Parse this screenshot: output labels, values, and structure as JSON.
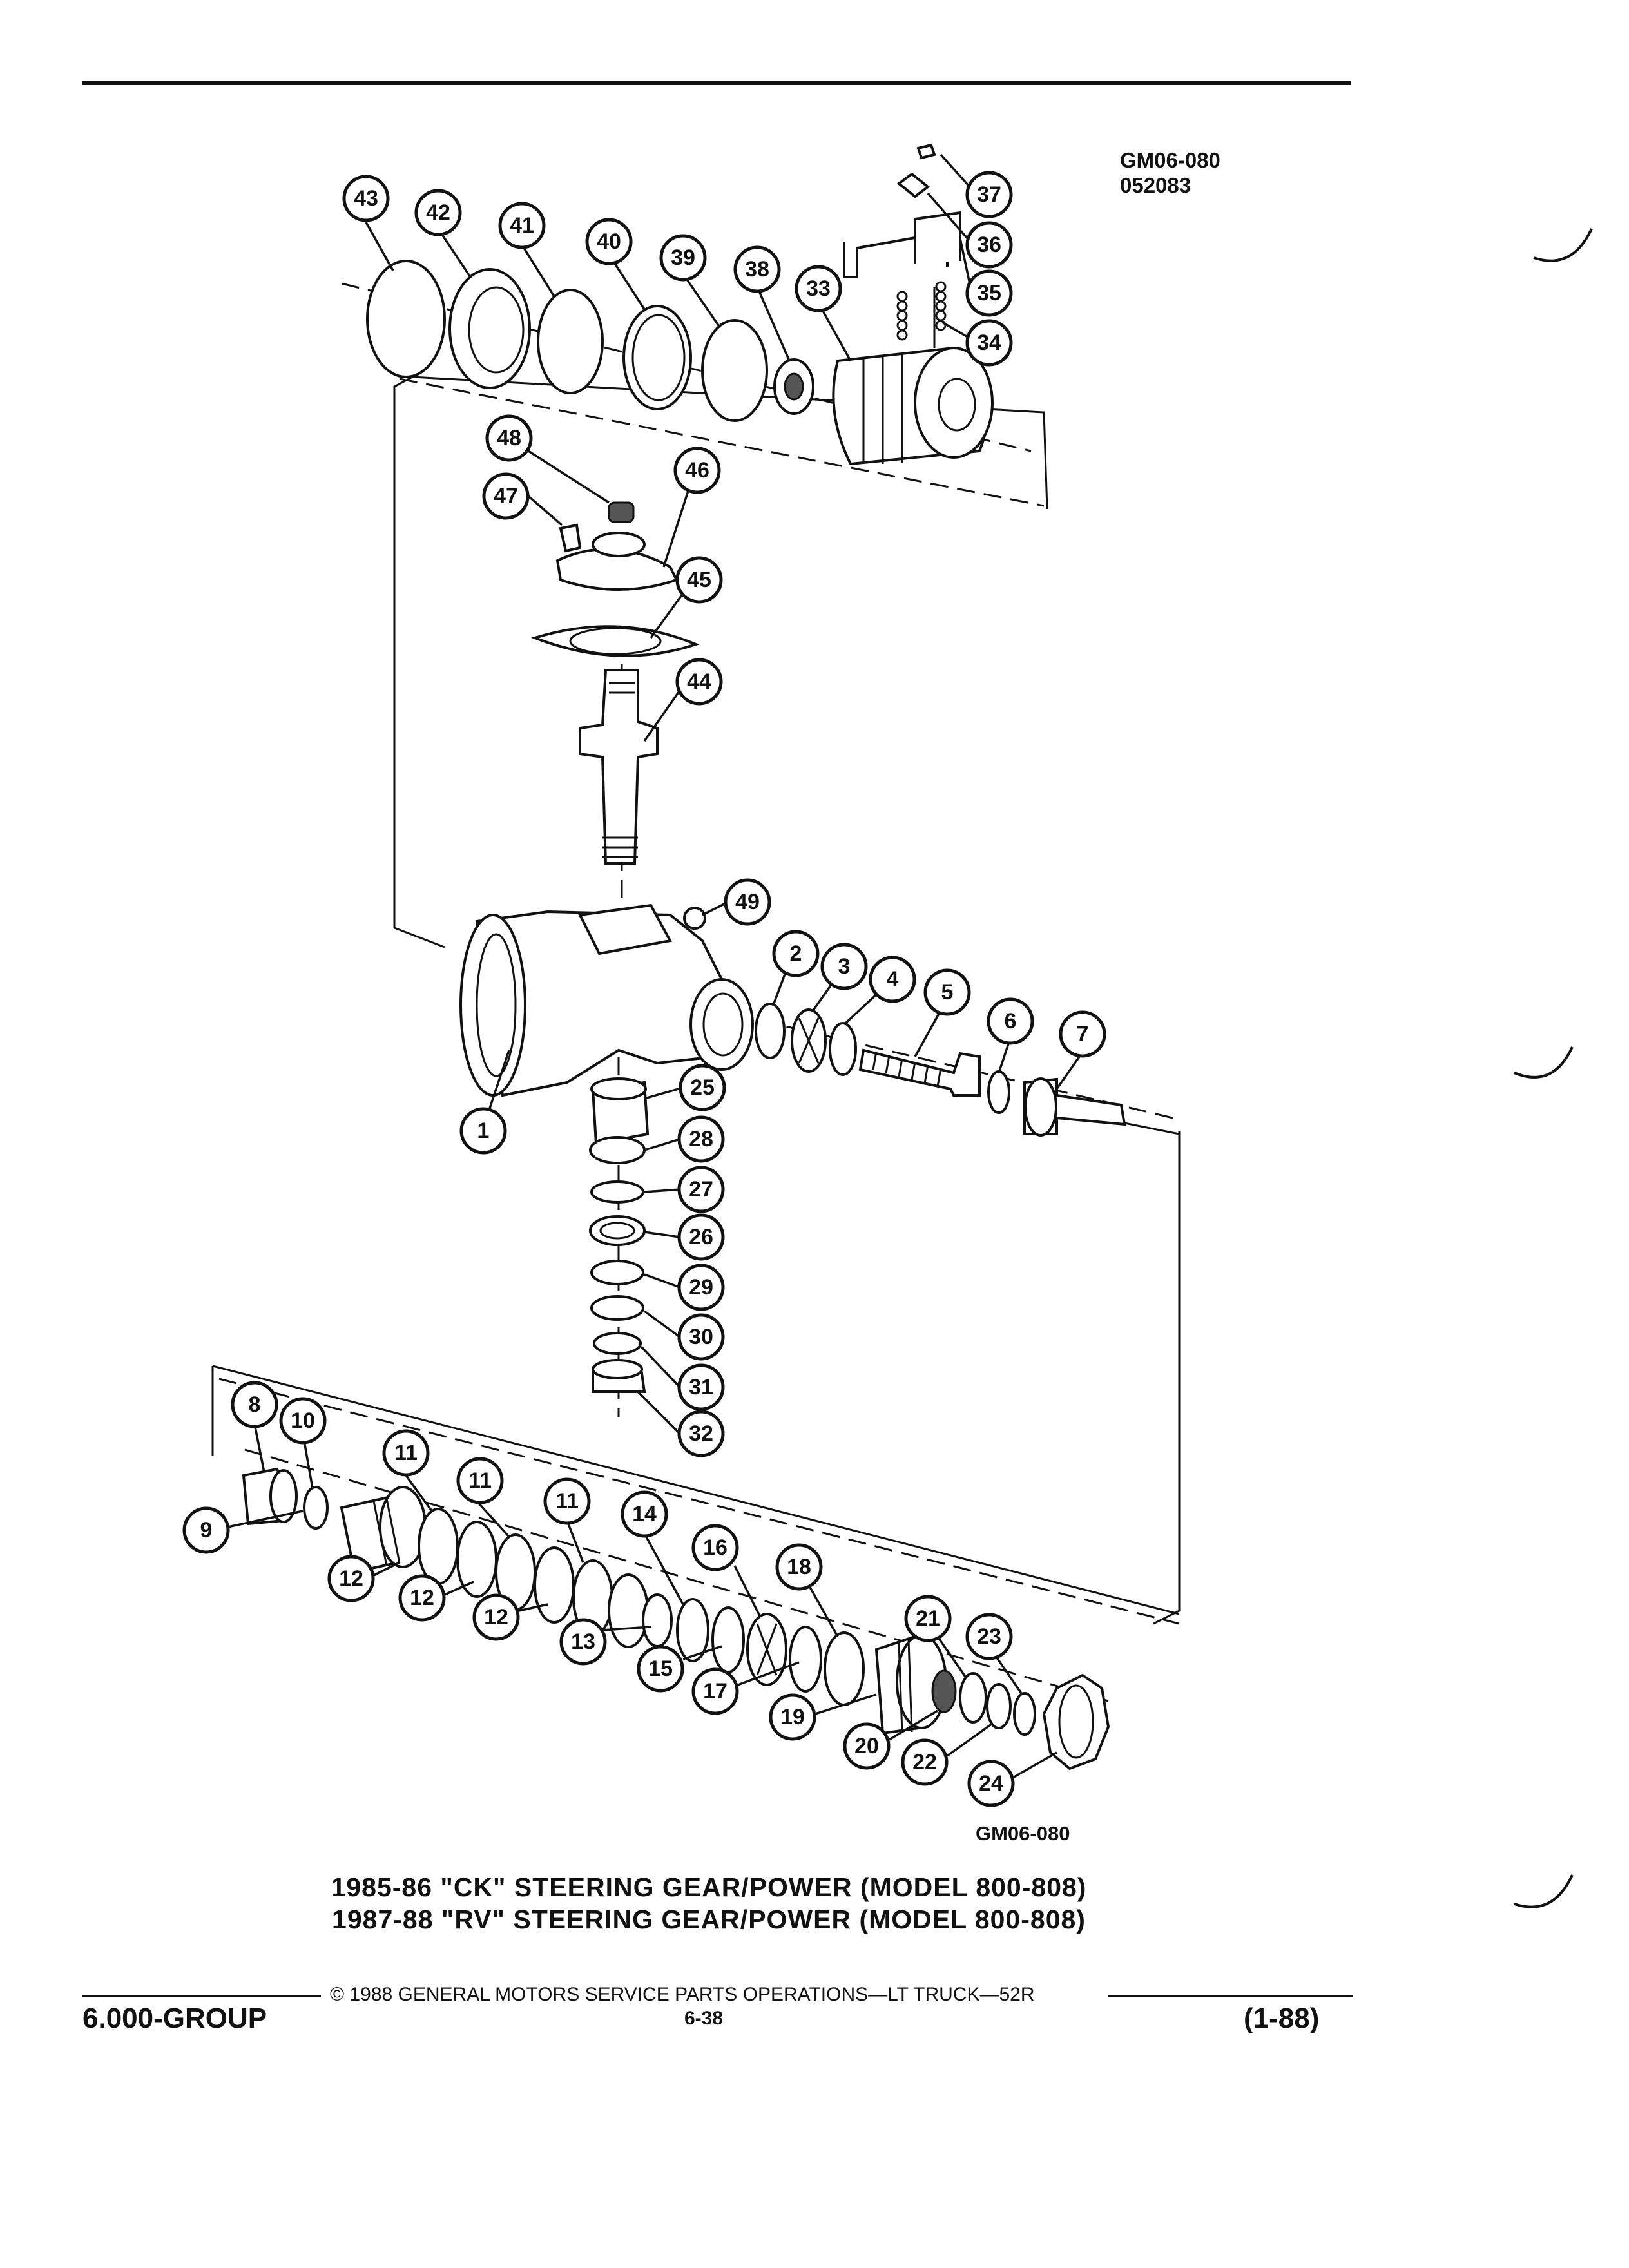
{
  "header": {
    "ref_code": "GM06-080",
    "ref_date": "052083"
  },
  "diagram": {
    "callouts": [
      {
        "id": "43",
        "label": "43"
      },
      {
        "id": "42",
        "label": "42"
      },
      {
        "id": "41",
        "label": "41"
      },
      {
        "id": "40",
        "label": "40"
      },
      {
        "id": "39",
        "label": "39"
      },
      {
        "id": "38",
        "label": "38"
      },
      {
        "id": "33",
        "label": "33"
      },
      {
        "id": "37",
        "label": "37"
      },
      {
        "id": "36",
        "label": "36"
      },
      {
        "id": "35",
        "label": "35"
      },
      {
        "id": "34",
        "label": "34"
      },
      {
        "id": "48",
        "label": "48"
      },
      {
        "id": "47",
        "label": "47"
      },
      {
        "id": "46",
        "label": "46"
      },
      {
        "id": "45",
        "label": "45"
      },
      {
        "id": "44",
        "label": "44"
      },
      {
        "id": "49",
        "label": "49"
      },
      {
        "id": "1",
        "label": "1"
      },
      {
        "id": "2",
        "label": "2"
      },
      {
        "id": "3",
        "label": "3"
      },
      {
        "id": "4",
        "label": "4"
      },
      {
        "id": "5",
        "label": "5"
      },
      {
        "id": "6",
        "label": "6"
      },
      {
        "id": "7",
        "label": "7"
      },
      {
        "id": "25",
        "label": "25"
      },
      {
        "id": "28",
        "label": "28"
      },
      {
        "id": "27",
        "label": "27"
      },
      {
        "id": "26",
        "label": "26"
      },
      {
        "id": "29",
        "label": "29"
      },
      {
        "id": "30",
        "label": "30"
      },
      {
        "id": "31",
        "label": "31"
      },
      {
        "id": "32",
        "label": "32"
      },
      {
        "id": "8",
        "label": "8"
      },
      {
        "id": "10",
        "label": "10"
      },
      {
        "id": "9",
        "label": "9"
      },
      {
        "id": "11a",
        "label": "11"
      },
      {
        "id": "11b",
        "label": "11"
      },
      {
        "id": "11c",
        "label": "11"
      },
      {
        "id": "12a",
        "label": "12"
      },
      {
        "id": "12b",
        "label": "12"
      },
      {
        "id": "12c",
        "label": "12"
      },
      {
        "id": "13",
        "label": "13"
      },
      {
        "id": "14",
        "label": "14"
      },
      {
        "id": "15",
        "label": "15"
      },
      {
        "id": "16",
        "label": "16"
      },
      {
        "id": "17",
        "label": "17"
      },
      {
        "id": "18",
        "label": "18"
      },
      {
        "id": "19",
        "label": "19"
      },
      {
        "id": "20",
        "label": "20"
      },
      {
        "id": "21",
        "label": "21"
      },
      {
        "id": "22",
        "label": "22"
      },
      {
        "id": "23",
        "label": "23"
      },
      {
        "id": "24",
        "label": "24"
      }
    ]
  },
  "figure_code": "GM06-080",
  "captions": [
    "1985-86 \"CK\" STEERING GEAR/POWER (MODEL 800-808)",
    "1987-88 \"RV\" STEERING GEAR/POWER (MODEL 800-808)"
  ],
  "footer": {
    "copyright": "© 1988 GENERAL MOTORS SERVICE PARTS OPERATIONS—LT TRUCK—52R",
    "group": "6.000-GROUP",
    "page": "6-38",
    "revision": "(1-88)"
  }
}
